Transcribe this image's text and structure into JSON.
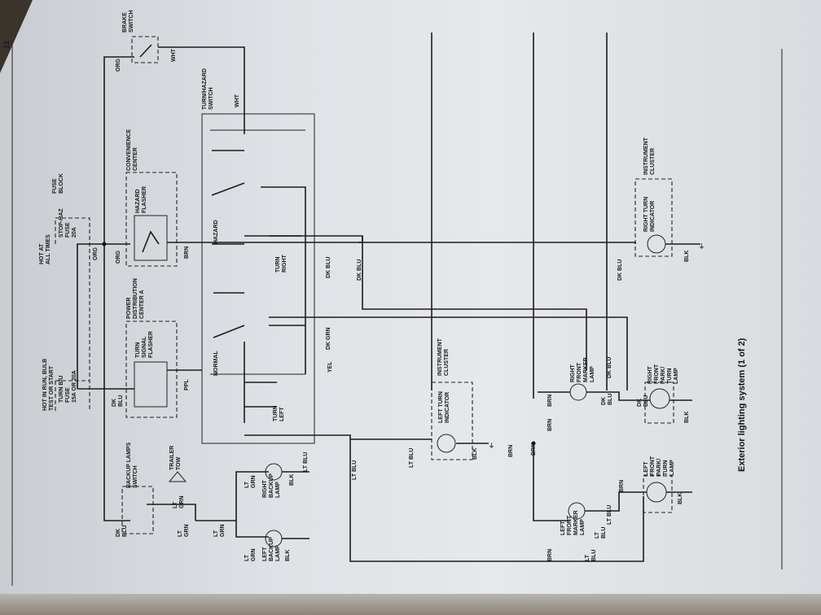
{
  "caption": "Exterior lighting system (1 of 2)",
  "page_mark": "12",
  "fuses": {
    "hot_run": [
      "HOT IN RUN, BULB",
      "TEST OR START"
    ],
    "turn_bu": [
      "TURN B/U",
      "FUSE",
      "15A OR 20A"
    ],
    "hot_all": [
      "HOT AT",
      "ALL TIMES"
    ],
    "fuse_block": [
      "FUSE",
      "BLOCK"
    ],
    "stop_haz": [
      "STOP-HAZ",
      "FUSE",
      "20A"
    ]
  },
  "components": {
    "brake_switch": [
      "BRAKE",
      "SWITCH"
    ],
    "turn_hazard_switch": [
      "TURN/HAZARD",
      "SWITCH"
    ],
    "convenience_center": [
      "CONVENIENCE",
      "CENTER"
    ],
    "hazard_flasher": [
      "HAZARD",
      "FLASHER"
    ],
    "power_distribution": [
      "POWER",
      "DISTRIBUTION",
      "CENTER A"
    ],
    "turn_signal_flasher": [
      "TURN",
      "SIGNAL",
      "FLASHER"
    ],
    "backup_lamps_switch": [
      "BACKUP LAMPS",
      "SWITCH"
    ],
    "trailer_tow": [
      "TRAILER",
      "TOW"
    ],
    "left_backup_lamp": [
      "LEFT",
      "BACKUP",
      "LAMP"
    ],
    "right_backup_lamp": [
      "RIGHT",
      "BACKUP",
      "LAMP"
    ],
    "left_turn_indicator": [
      "LEFT TURN",
      "INDICATOR"
    ],
    "instrument_cluster_1": [
      "INSTRUMENT",
      "CLUSTER"
    ],
    "right_turn_indicator": [
      "RIGHT TURN",
      "INDICATOR"
    ],
    "instrument_cluster_2": [
      "INSTRUMENT",
      "CLUSTER"
    ],
    "right_front_marker": [
      "RIGHT",
      "FRONT",
      "MARKER",
      "LAMP"
    ],
    "right_front_park": [
      "RIGHT",
      "FRONT",
      "PARK/",
      "TURN",
      "LAMP"
    ],
    "left_front_marker": [
      "LEFT",
      "FRONT",
      "MARKER",
      "LAMP"
    ],
    "left_front_park": [
      "LEFT",
      "FRONT",
      "PARK/",
      "TURN",
      "LAMP"
    ]
  },
  "switch_positions": {
    "hazard": "HAZARD",
    "normal": "NORMAL",
    "turn_right": [
      "TURN",
      "RIGHT"
    ],
    "turn_left": [
      "TURN",
      "LEFT"
    ]
  },
  "wires": {
    "org": "ORG",
    "wht": "WHT",
    "brn": "BRN",
    "ppl": "PPL",
    "yel": "YEL",
    "dk_blu": "DK BLU",
    "dk_grn": "DK GRN",
    "lt_blu": "LT BLU",
    "lt_grn": "LT GRN",
    "blk": "BLK",
    "dk_blu_stack": [
      "DK",
      "BLU"
    ],
    "lt_grn_stack": [
      "LT",
      "GRN"
    ],
    "lt_blu_stack": [
      "LT",
      "BLU"
    ]
  }
}
